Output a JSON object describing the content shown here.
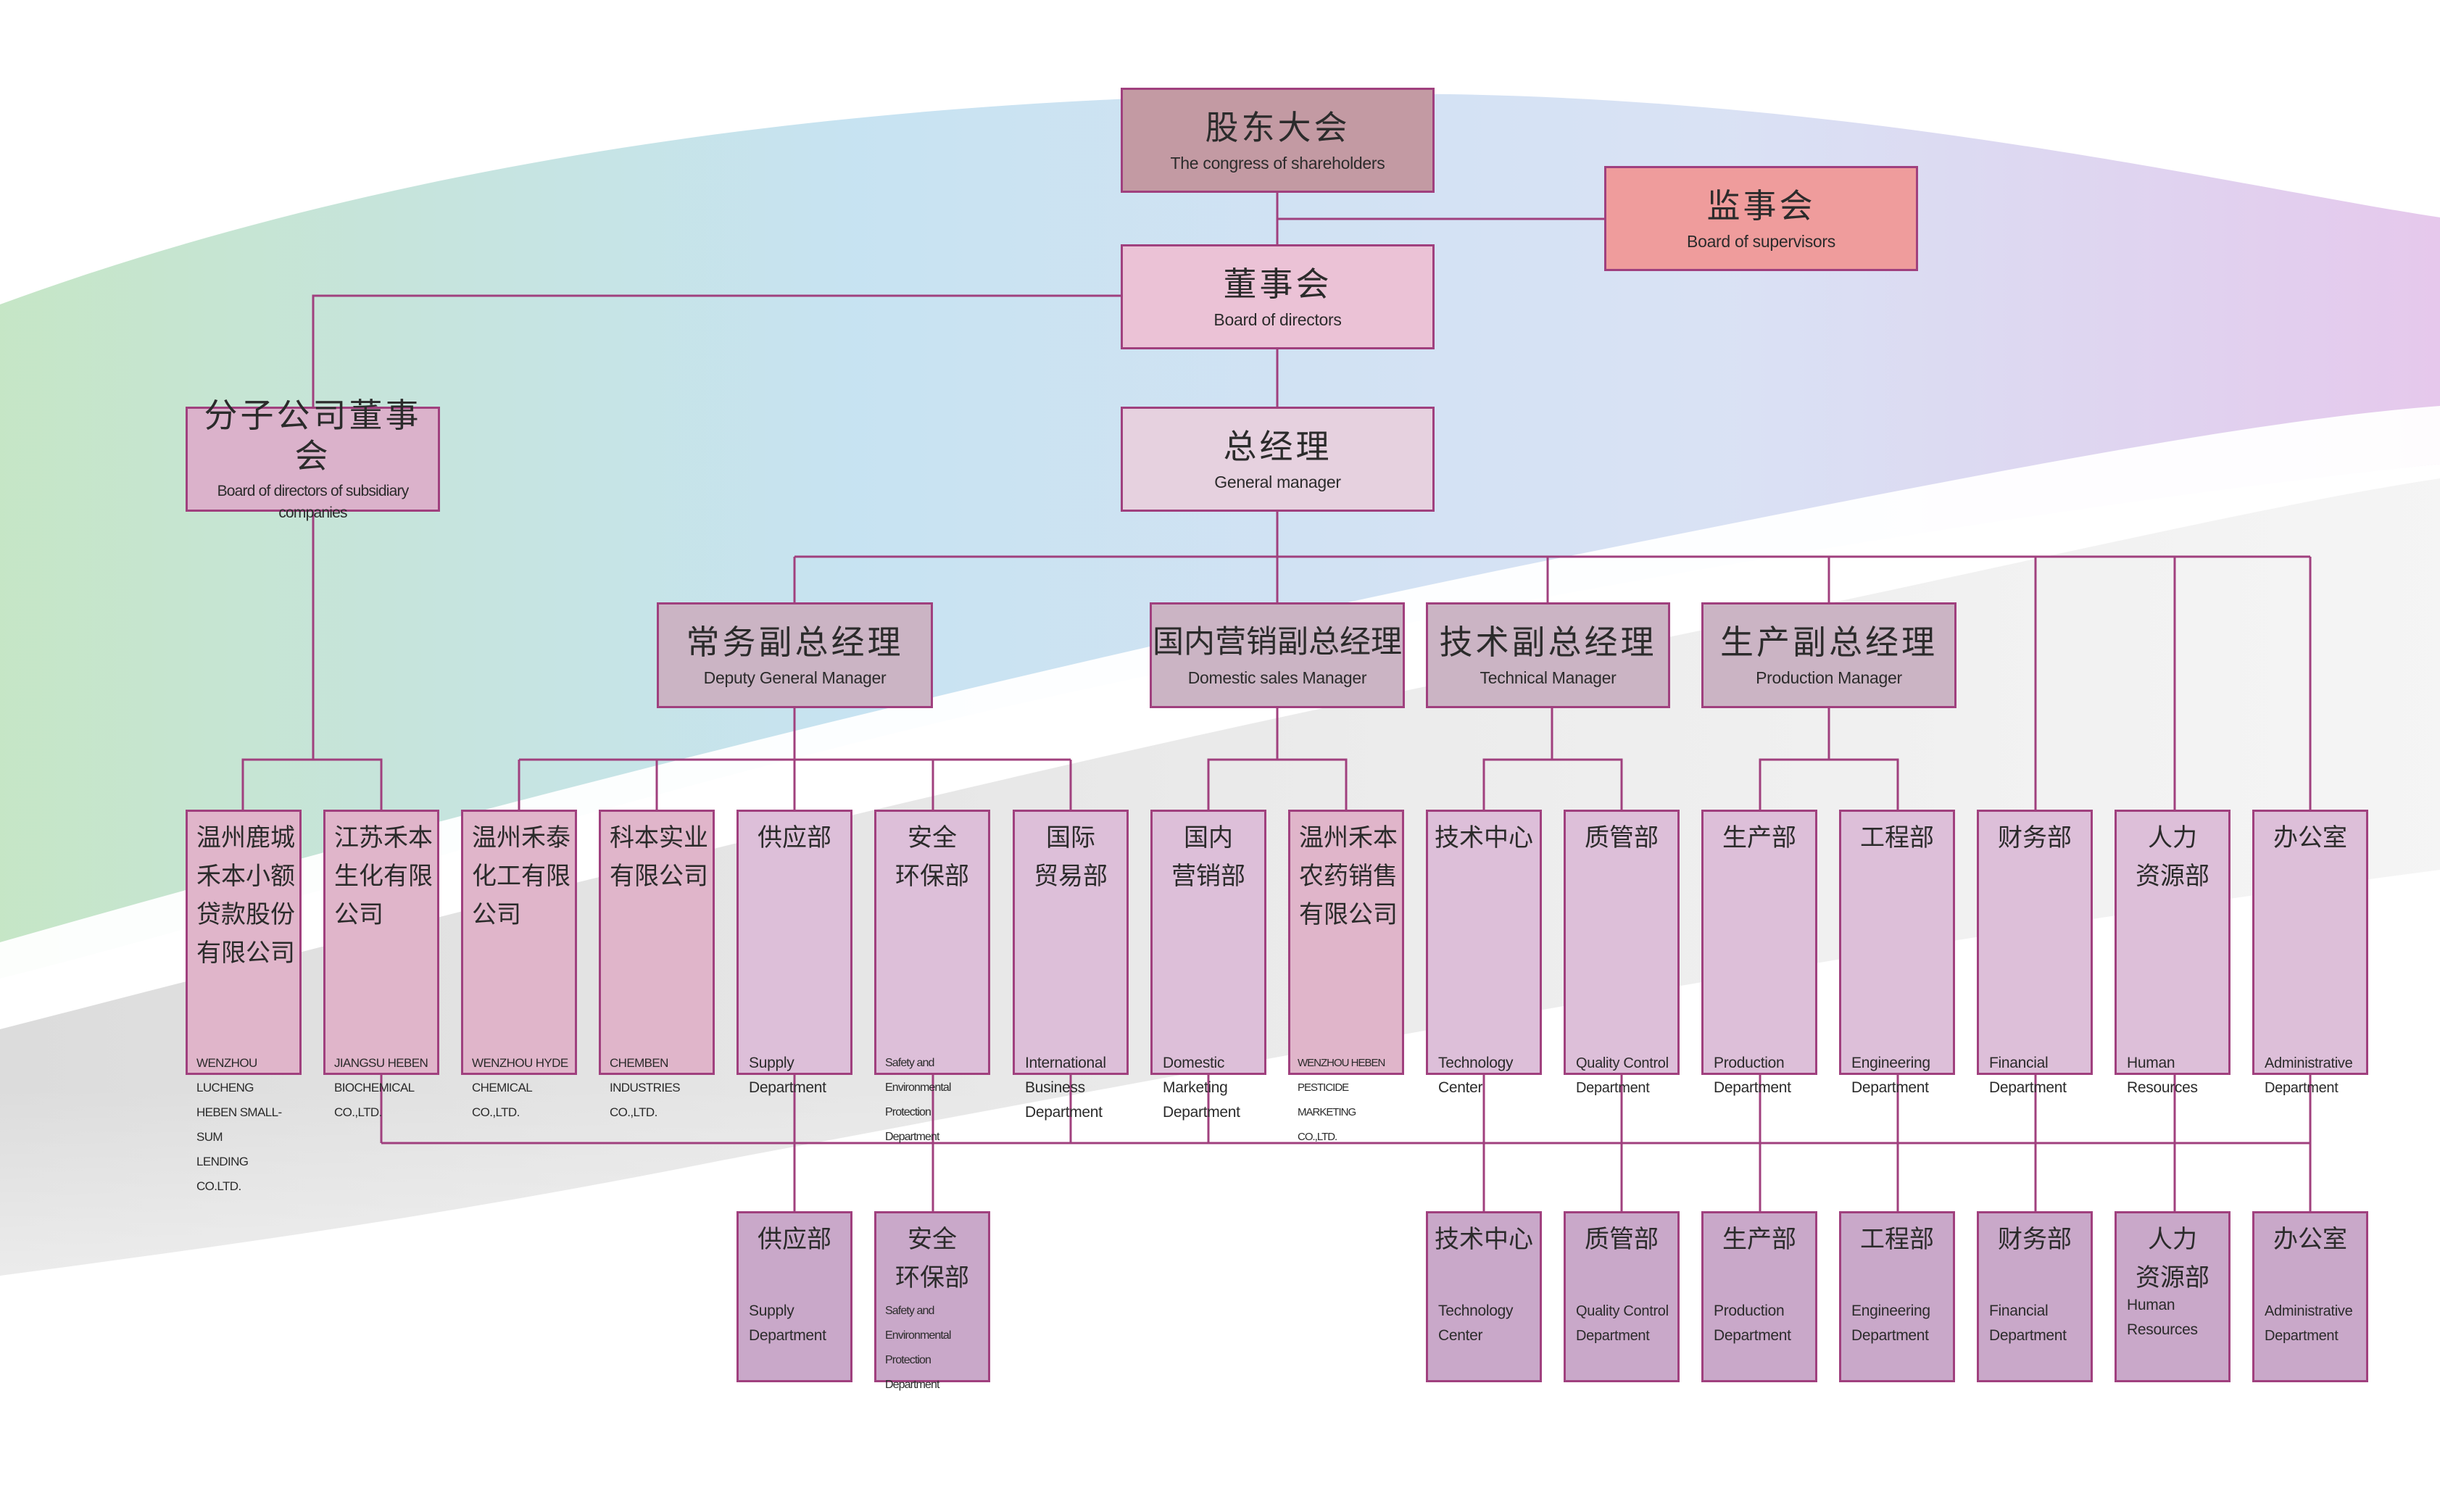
{
  "colors": {
    "line": "#a0407e",
    "shareholders_fill": "#c39aa3",
    "supervisors_fill": "#ef9c9c",
    "directors_fill": "#ebc2d6",
    "gm_fill": "#e6d1df",
    "deputy_fill": "#cbb4c4",
    "subsidiary_fill": "#dbb2cb",
    "company_fill": "#e0b5ca",
    "dept_fill": "#ddbfd9",
    "lower_fill": "#c9a8c9"
  },
  "top": {
    "shareholders": {
      "cn": "股东大会",
      "en": "The congress of shareholders"
    },
    "supervisors": {
      "cn": "监事会",
      "en": "Board of supervisors"
    },
    "directors": {
      "cn": "董事会",
      "en": "Board of directors"
    },
    "subsidiary_board": {
      "cn": "分子公司董事会",
      "en": "Board of directors of  subsidiary companies"
    },
    "general_manager": {
      "cn": "总经理",
      "en": "General manager"
    }
  },
  "managers": [
    {
      "cn": "常务副总经理",
      "en": "Deputy General Manager"
    },
    {
      "cn": "国内营销副总经理",
      "en": "Domestic sales Manager"
    },
    {
      "cn": "技术副总经理",
      "en": "Technical Manager"
    },
    {
      "cn": "生产副总经理",
      "en": "Production Manager"
    }
  ],
  "units": [
    {
      "cn": "温州鹿城\n禾本小额\n贷款股份\n有限公司",
      "en": "WENZHOU LUCHENG\nHEBEN SMALL-SUM\nLENDING CO.LTD."
    },
    {
      "cn": "江苏禾本\n生化有限\n公司",
      "en": "JIANGSU HEBEN\nBIOCHEMICAL\nCO.,LTD."
    },
    {
      "cn": "温州禾泰\n化工有限\n公司",
      "en": "WENZHOU HYDE\nCHEMICAL\nCO.,LTD."
    },
    {
      "cn": "科本实业\n有限公司",
      "en": "CHEMBEN\nINDUSTRIES\nCO.,LTD."
    },
    {
      "cn": "供应部",
      "en": "Supply\nDepartment"
    },
    {
      "cn": "安全\n环保部",
      "en": "Safety and\nEnvironmental\nProtection Department"
    },
    {
      "cn": "国际\n贸易部",
      "en": "International\nBusiness\nDepartment"
    },
    {
      "cn": "国内\n营销部",
      "en": "Domestic\nMarketing\nDepartment"
    },
    {
      "cn": "温州禾本\n农药销售\n有限公司",
      "en": "WENZHOU HEBEN\nPESTICIDE MARKETING\nCO.,LTD."
    },
    {
      "cn": "技术中心",
      "en": "Technology\nCenter"
    },
    {
      "cn": "质管部",
      "en": "Quality Control\nDepartment"
    },
    {
      "cn": "生产部",
      "en": "Production\nDepartment"
    },
    {
      "cn": "工程部",
      "en": "Engineering\nDepartment"
    },
    {
      "cn": "财务部",
      "en": "Financial\nDepartment"
    },
    {
      "cn": "人力\n资源部",
      "en": "Human\nResources"
    },
    {
      "cn": "办公室",
      "en": "Administrative\nDepartment"
    }
  ],
  "lower_units": [
    {
      "cn": "供应部",
      "en": "Supply\nDepartment"
    },
    {
      "cn": "安全\n环保部",
      "en": "Safety and\nEnvironmental\nProtection Department"
    },
    {
      "cn": "技术中心",
      "en": "Technology\nCenter"
    },
    {
      "cn": "质管部",
      "en": "Quality Control\nDepartment"
    },
    {
      "cn": "生产部",
      "en": "Production\nDepartment"
    },
    {
      "cn": "工程部",
      "en": "Engineering\nDepartment"
    },
    {
      "cn": "财务部",
      "en": "Financial\nDepartment"
    },
    {
      "cn": "人力\n资源部",
      "en": "Human\nResources"
    },
    {
      "cn": "办公室",
      "en": "Administrative\nDepartment"
    }
  ]
}
